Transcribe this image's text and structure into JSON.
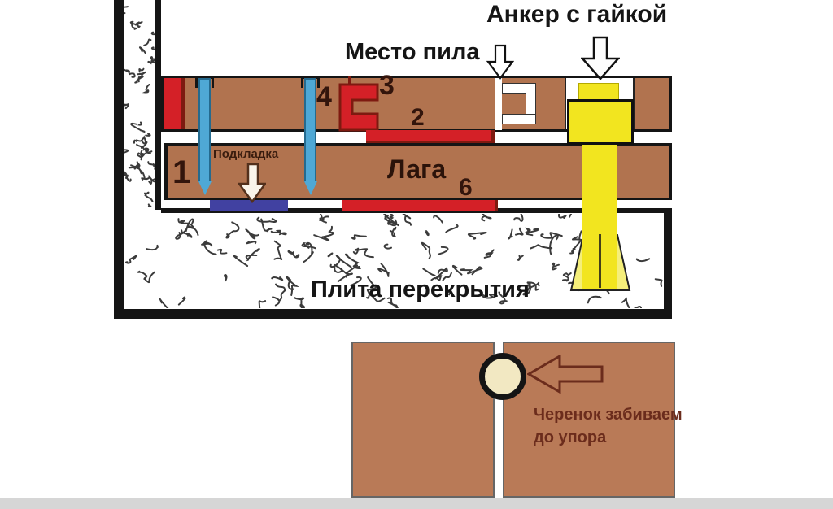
{
  "colors": {
    "board-brown": "#b1734f",
    "board-brown-b": "#b97a57",
    "accent-red": "#d42027",
    "red-dark": "#7e1a10",
    "screw-blue": "#4fa8d5",
    "screw-blue-dark": "#256a8e",
    "pad-blue": "#4141a1",
    "anchor-yellow": "#f2e51f",
    "anchor-yellow-light": "#f5ef7a",
    "dowel-cream": "#f2e8c2",
    "note-brown": "#6b2c1c"
  },
  "top_diagram": {
    "anchor_label": "Анкер с гайкой",
    "saw_cut_label": "Место пила",
    "pad_label": "Подкладка",
    "joist_label": "Лага",
    "slab_label": "Плита перекрытия",
    "numbers": {
      "n1": "1",
      "n2": "2",
      "n3": "3",
      "n4": "4",
      "n6": "6"
    }
  },
  "bottom_diagram": {
    "note_line1": "Черенок забиваем",
    "note_line2": "до упора"
  }
}
